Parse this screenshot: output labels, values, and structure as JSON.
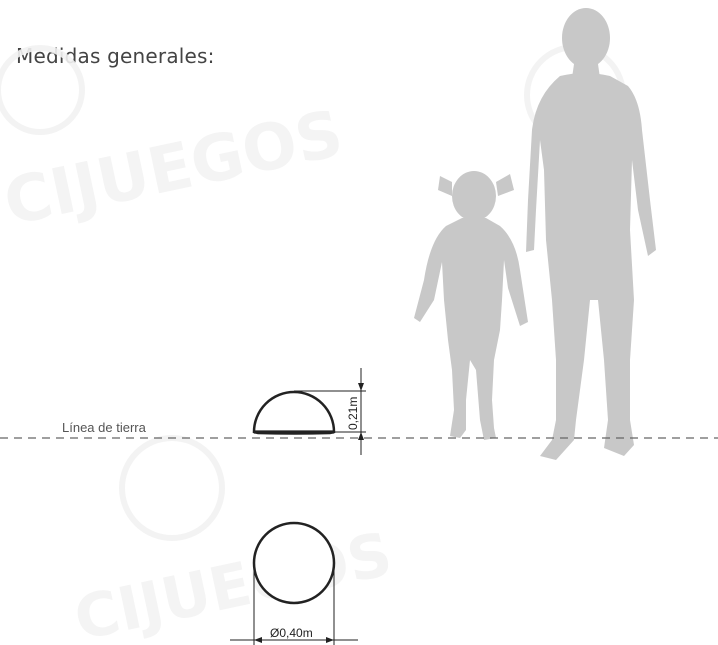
{
  "heading": "Medidas generales:",
  "ground_line_label": "Línea de tierra",
  "height_dimension": "0,21m",
  "diameter_dimension": "Ø0,40m",
  "watermark_text": "CIJUEGOS",
  "colors": {
    "silhouette": "#c8c8c8",
    "line": "#222222",
    "dash": "#666666",
    "watermark": "#f3f3f3"
  }
}
